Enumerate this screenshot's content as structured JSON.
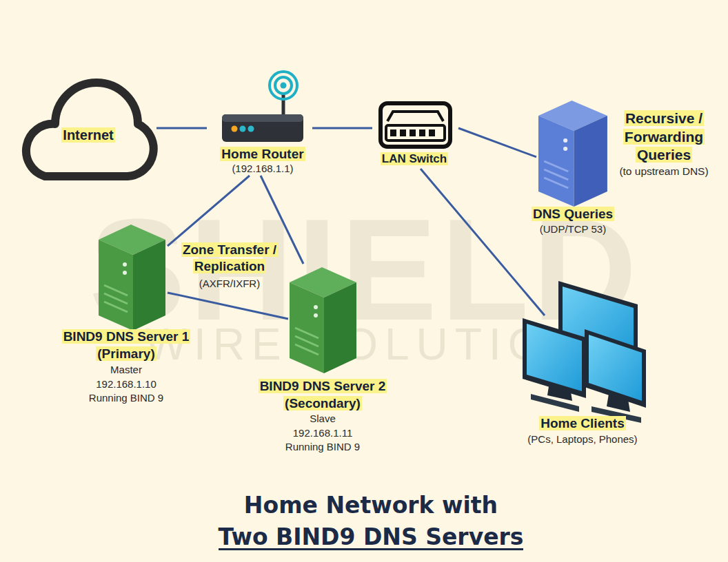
{
  "diagram": {
    "title": "Home Network with Two BIND9 DNS Servers",
    "nodes": [
      {
        "text": [
          "Internet"
        ]
      },
      {
        "text": [
          "Home Router",
          "(192.168.1.1)"
        ]
      },
      {
        "text": [
          "LAN Switch"
        ]
      },
      {
        "text": [
          "DNS Queries",
          "(UDP/TCP 53)"
        ]
      },
      {
        "text": [
          "BIND9 DNS Server 1 (Primary)",
          "Master 192.168.1.10 Running BIND 9"
        ]
      },
      {
        "text": [
          "BIND9 DNS Server 2 (Secondary)",
          "Slave 192.168.1.11 Running BIND 9"
        ]
      },
      {
        "text": [
          "Home Clients",
          "(PCs, Laptops, Phones)"
        ]
      }
    ],
    "edges": [
      {
        "from": 0,
        "to": 1,
        "arrow": "none"
      },
      {
        "from": 1,
        "to": 2,
        "arrow": "none"
      },
      {
        "from": 2,
        "to": 3,
        "arrow": "none"
      },
      {
        "from": 2,
        "to": 6,
        "arrow": "none"
      },
      {
        "from": 1,
        "to": 4,
        "arrow": "none"
      },
      {
        "from": 1,
        "to": 5,
        "arrow": "none"
      },
      {
        "from": 4,
        "to": 5,
        "arrow": "none"
      }
    ],
    "labels": [
      "Recursive / Forwarding Queries",
      "(to upstream DNS)",
      "Zone Transfer / Replication",
      "(AXFR/IXFR)",
      "SHIELD",
      "WIRE SOLUTIONS"
    ]
  }
}
